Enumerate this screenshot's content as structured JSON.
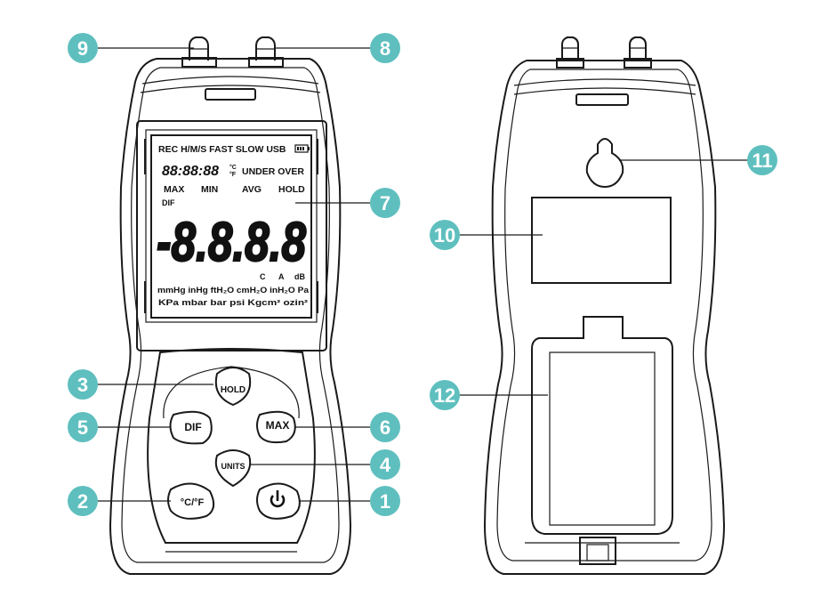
{
  "lcd": {
    "row1": "REC H/M/S FAST SLOW USB",
    "clock": "88:88:88",
    "temp_c": "°C",
    "temp_f": "°F",
    "under_over": "UNDER OVER",
    "max": "MAX",
    "min": "MIN",
    "avg": "AVG",
    "hold": "HOLD",
    "dif": "DIF",
    "big_digits": "-8.8.8.8",
    "c": "C",
    "a": "A",
    "db": "dB",
    "units_row1": "mmHg inHg ftH₂O cmH₂O inH₂O Pa",
    "units_row2": "KPa  mbar  bar  psi  Kgcm²  ozin²"
  },
  "buttons": {
    "hold": "HOLD",
    "dif": "DIF",
    "max": "MAX",
    "units": "UNITS",
    "temp": "°C/°F"
  },
  "callouts": [
    "1",
    "2",
    "3",
    "4",
    "5",
    "6",
    "7",
    "8",
    "9",
    "10",
    "11",
    "12"
  ],
  "colors": {
    "callout": "#5fbfbf",
    "outline": "#1a1a1a"
  },
  "icons": {
    "power": "power-icon",
    "battery": "battery-icon"
  }
}
